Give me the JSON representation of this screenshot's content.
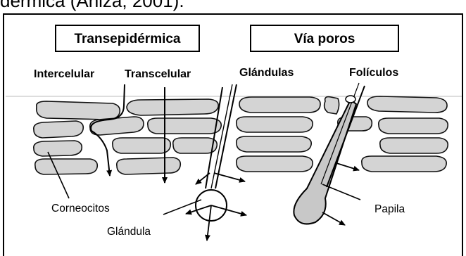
{
  "caption": "dérmica (Aniza, 2001).",
  "headers": {
    "transepidermal": "Transepidérmica",
    "pores": "Vía poros"
  },
  "routes": {
    "intercellular": "Intercelular",
    "transcellular": "Transcelular",
    "glands": "Glándulas",
    "follicles": "Folículos"
  },
  "annotations": {
    "corneocytes": "Corneocitos",
    "gland": "Glándula",
    "papilla": "Papila"
  }
}
